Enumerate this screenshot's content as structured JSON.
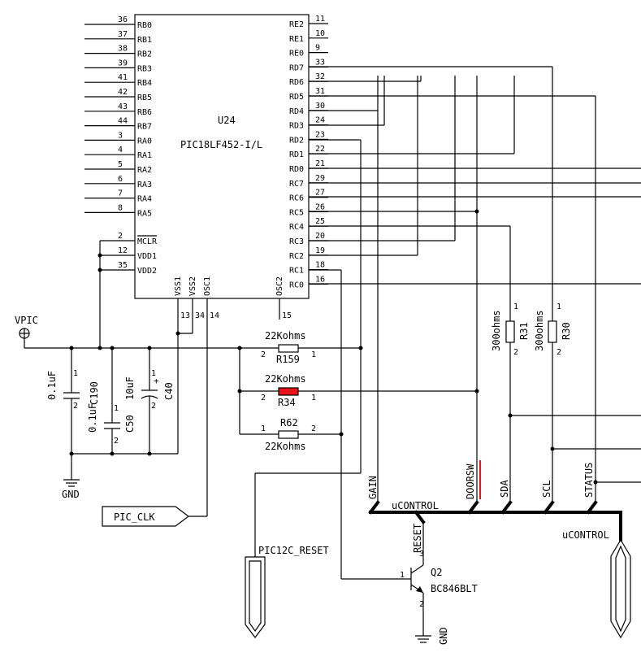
{
  "ic": {
    "ref": "U24",
    "part": "PIC18LF452-I/L",
    "left_pins": [
      {
        "num": "36",
        "name": "RB0"
      },
      {
        "num": "37",
        "name": "RB1"
      },
      {
        "num": "38",
        "name": "RB2"
      },
      {
        "num": "39",
        "name": "RB3"
      },
      {
        "num": "41",
        "name": "RB4"
      },
      {
        "num": "42",
        "name": "RB5"
      },
      {
        "num": "43",
        "name": "RB6"
      },
      {
        "num": "44",
        "name": "RB7"
      },
      {
        "num": "3",
        "name": "RA0"
      },
      {
        "num": "4",
        "name": "RA1"
      },
      {
        "num": "5",
        "name": "RA2"
      },
      {
        "num": "6",
        "name": "RA3"
      },
      {
        "num": "7",
        "name": "RA4"
      },
      {
        "num": "8",
        "name": "RA5"
      }
    ],
    "power_pins": [
      {
        "num": "2",
        "name": "MCLR"
      },
      {
        "num": "12",
        "name": "VDD1"
      },
      {
        "num": "35",
        "name": "VDD2"
      }
    ],
    "right_pins": [
      {
        "num": "11",
        "name": "RE2"
      },
      {
        "num": "10",
        "name": "RE1"
      },
      {
        "num": "9",
        "name": "RE0"
      },
      {
        "num": "33",
        "name": "RD7"
      },
      {
        "num": "32",
        "name": "RD6"
      },
      {
        "num": "31",
        "name": "RD5"
      },
      {
        "num": "30",
        "name": "RD4"
      },
      {
        "num": "24",
        "name": "RD3"
      },
      {
        "num": "23",
        "name": "RD2"
      },
      {
        "num": "22",
        "name": "RD1"
      },
      {
        "num": "21",
        "name": "RD0"
      },
      {
        "num": "29",
        "name": "RC7"
      },
      {
        "num": "27",
        "name": "RC6"
      },
      {
        "num": "26",
        "name": "RC5"
      },
      {
        "num": "25",
        "name": "RC4"
      },
      {
        "num": "20",
        "name": "RC3"
      },
      {
        "num": "19",
        "name": "RC2"
      },
      {
        "num": "18",
        "name": "RC1"
      },
      {
        "num": "16",
        "name": "RC0"
      }
    ],
    "bottom_pins": [
      {
        "num": "13",
        "name": "VSS1"
      },
      {
        "num": "34",
        "name": "VSS2"
      },
      {
        "num": "14",
        "name": "OSC1"
      },
      {
        "num": "15",
        "name": "OSC2"
      }
    ]
  },
  "labels": {
    "vpic": "VPIC",
    "gnd": "GND",
    "pic_clk": "PIC_CLK",
    "pic12c_reset": "PIC12C_RESET",
    "ucontrol": "uCONTROL"
  },
  "resistors": {
    "r159": {
      "ref": "R159",
      "value": "22Kohms",
      "pin_a": "2",
      "pin_b": "1"
    },
    "r34": {
      "ref": "R34",
      "value": "22Kohms",
      "pin_a": "2",
      "pin_b": "1"
    },
    "r62": {
      "ref": "R62",
      "value": "22Kohms",
      "pin_a": "1",
      "pin_b": "2"
    },
    "r31": {
      "ref": "R31",
      "value": "300ohms",
      "pin_a": "1",
      "pin_b": "2"
    },
    "r30": {
      "ref": "R30",
      "value": "300ohms",
      "pin_a": "1",
      "pin_b": "2"
    }
  },
  "capacitors": {
    "c190": {
      "ref": "C190",
      "value": "0.1uF",
      "pin_a": "1",
      "pin_b": "2"
    },
    "c50": {
      "ref": "C50",
      "value": "0.1uF",
      "pin_a": "1",
      "pin_b": "2"
    },
    "c40": {
      "ref": "C40",
      "value": "10uF",
      "pin_a": "1",
      "pin_b": "2",
      "polarity": "+"
    }
  },
  "transistor": {
    "ref": "Q2",
    "part": "BC846BLT",
    "pin_base": "1",
    "pin_collector": "3",
    "pin_emitter": "2"
  },
  "bus_signals": [
    "GAIN",
    "DOORSW",
    "SDA",
    "SCL",
    "STATUS",
    "RESET"
  ],
  "colors": {
    "highlight": "#e8141a",
    "ink": "#000000"
  }
}
